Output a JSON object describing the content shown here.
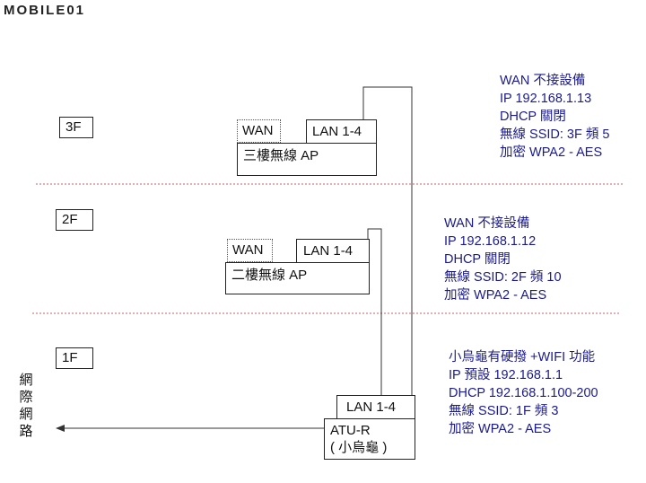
{
  "logo": {
    "text": "MOBILE01"
  },
  "floors": {
    "f3": "3F",
    "f2": "2F",
    "f1": "1F"
  },
  "ap3": {
    "wan": "WAN",
    "lan": "LAN 1-4",
    "name": "三樓無線 AP"
  },
  "ap2": {
    "wan": "WAN",
    "lan": "LAN 1-4",
    "name": "二樓無線 AP"
  },
  "router": {
    "lan": "LAN 1-4",
    "name": "ATU-R",
    "sub": "( 小烏龜 )"
  },
  "internet": {
    "chars": [
      "網",
      "際",
      "網",
      "路"
    ]
  },
  "info3": [
    "WAN 不接設備",
    "IP 192.168.1.13",
    "DHCP  關閉",
    "無線 SSID: 3F  頻 5",
    "加密 WPA2 - AES"
  ],
  "info2": [
    "WAN 不接設備",
    "IP 192.168.1.12",
    "DHCP  關閉",
    "無線 SSID: 2F   頻 10",
    "加密 WPA2 - AES"
  ],
  "info1": [
    "小烏龜有硬撥 +WIFI 功能",
    "IP 預設  192.168.1.1",
    "DHCP 192.168.1.100-200",
    "無線 SSID: 1F    頻 3",
    "加密 WPA2 - AES"
  ],
  "colors": {
    "info_text": "#1a1a8c",
    "divider": "#c06070"
  }
}
